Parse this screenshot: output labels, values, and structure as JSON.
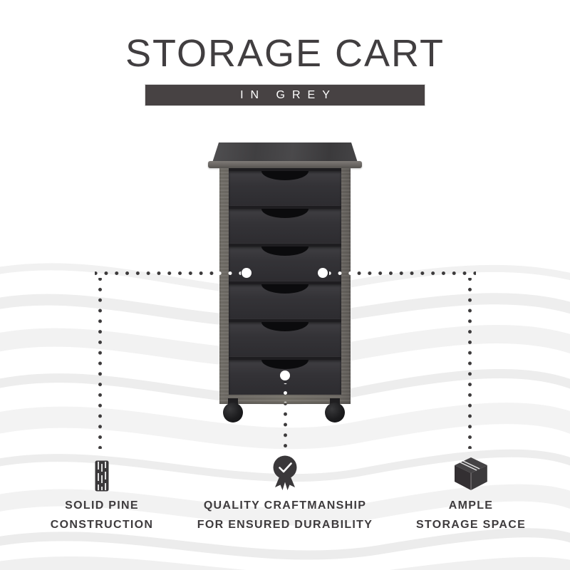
{
  "header": {
    "title": "STORAGE CART",
    "subtitle": "IN GREY",
    "subtitle_bar_color": "#474243",
    "title_color": "#413e40"
  },
  "product": {
    "name": "storage cart in grey",
    "drawer_count": 6,
    "caster_count": 4,
    "colors": {
      "drawer_face": "#333236",
      "frame_wood": "#6f6b66",
      "top_surface": "#434244",
      "caster": "#1c1c1e"
    }
  },
  "annotations": {
    "dot_color": "#3c3a3b",
    "marker_color": "#ffffff"
  },
  "features": [
    {
      "icon": "pine-wood-plank-icon",
      "line1": "SOLID PINE",
      "line2": "CONSTRUCTION"
    },
    {
      "icon": "quality-badge-check-icon",
      "line1": "QUALITY CRAFTMANSHIP",
      "line2": "FOR ENSURED DURABILITY"
    },
    {
      "icon": "storage-box-icon",
      "line1": "AMPLE",
      "line2": "STORAGE SPACE"
    }
  ]
}
